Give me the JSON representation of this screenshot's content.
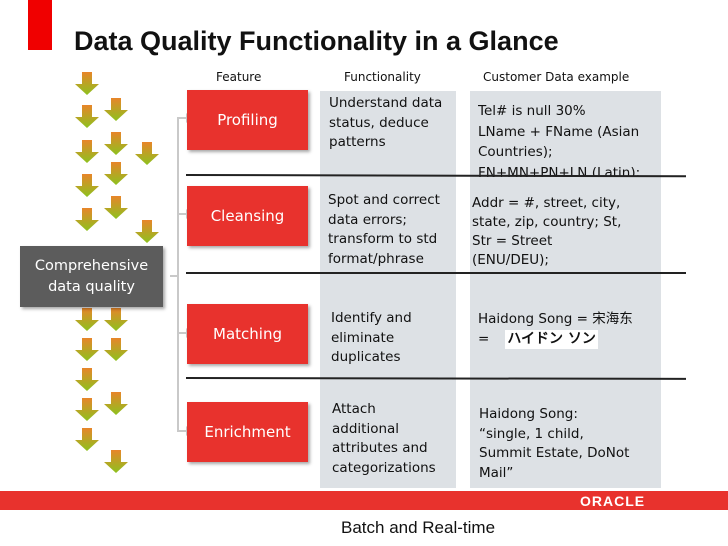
{
  "slide": {
    "title": "Data Quality Functionality in a Glance",
    "columns": {
      "feature": "Feature",
      "functionality": "Functionality",
      "customer_example": "Customer Data example"
    },
    "comprehensive": [
      "Comprehensive",
      "data quality"
    ],
    "rows": [
      {
        "feature": "Profiling",
        "functionality": [
          "Understand data",
          "status, deduce",
          "patterns"
        ],
        "example": [
          "Tel# is null 30%",
          "LName + FName (Asian",
          "Countries);",
          "FN+MN+PN+LN (Latin);"
        ]
      },
      {
        "feature": "Cleansing",
        "functionality": [
          "Spot and correct",
          "data errors;",
          "transform to std",
          "format/phrase"
        ],
        "example": [
          "Addr = #, street, city,",
          "state, zip, country; St,",
          "Str = Street",
          "(ENU/DEU);"
        ]
      },
      {
        "feature": "Matching",
        "functionality": [
          "Identify and",
          "eliminate",
          "duplicates"
        ],
        "example": [
          "Haidong Song = 宋海东",
          "="
        ],
        "example_katakana": "ハイドン ソン"
      },
      {
        "feature": "Enrichment",
        "functionality": [
          "Attach",
          "additional",
          "attributes and",
          "categorizations"
        ],
        "example": [
          "Haidong Song:",
          "“single, 1 child,",
          "Summit Estate, DoNot",
          "Mail”"
        ]
      }
    ],
    "logo": "ORACLE",
    "footer": "Batch and Real-time",
    "colors": {
      "accent_red": "#e8322d",
      "panel_gray": "#dde1e5",
      "comprehensive_box": "#5c5c5c",
      "arrow_green": "#8dc21f",
      "arrow_orange": "#e8852a"
    }
  }
}
